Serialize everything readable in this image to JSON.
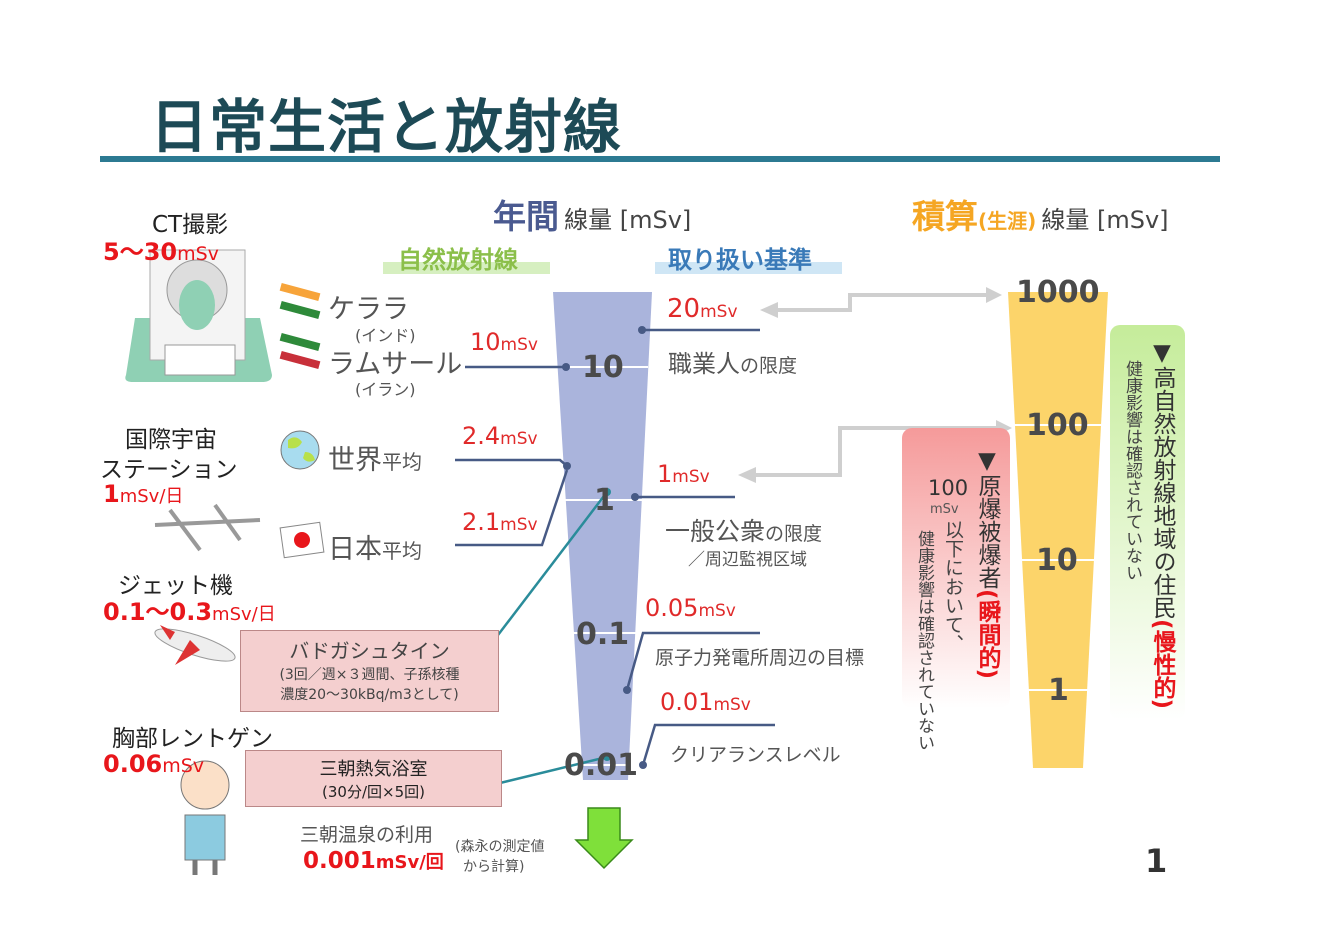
{
  "title": "日常生活と放射線",
  "page_number": "1",
  "annual_header": {
    "bold": "年間",
    "rest": "線量 [mSv]"
  },
  "lifetime_header": {
    "bold": "積算",
    "paren": "(生涯)",
    "rest": "線量 [mSv]"
  },
  "natural_label": "自然放射線",
  "standard_label": "取り扱い基準",
  "annual_ticks": [
    "10",
    "1",
    "0.1",
    "0.01"
  ],
  "lifetime_ticks": [
    "1000",
    "100",
    "10",
    "1"
  ],
  "left_items": {
    "ct": {
      "name": "CT撮影",
      "value": "5〜30",
      "unit": "mSv"
    },
    "iss": {
      "name1": "国際宇宙",
      "name2": "ステーション",
      "value": "1",
      "unit": "mSv/日"
    },
    "jet": {
      "name": "ジェット機",
      "value": "0.1〜0.3",
      "unit": "mSv/日"
    },
    "xray": {
      "name": "胸部レントゲン",
      "value": "0.06",
      "unit": "mSv"
    }
  },
  "natural": {
    "kerala": {
      "name": "ケララ",
      "country": "(インド)"
    },
    "ramsar": {
      "name": "ラムサール",
      "country": "(イラン)",
      "value": "10",
      "unit": "mSv"
    },
    "world": {
      "name": "世界",
      "suffix": "平均",
      "value": "2.4",
      "unit": "mSv"
    },
    "japan": {
      "name": "日本",
      "suffix": "平均",
      "value": "2.1",
      "unit": "mSv"
    }
  },
  "standards": {
    "worker": {
      "value": "20",
      "unit": "mSv",
      "name": "職業人",
      "suffix": "の限度"
    },
    "public": {
      "value": "1",
      "unit": "mSv",
      "name": "一般公衆",
      "suffix": "の限度",
      "sub": "／周辺監視区域"
    },
    "npp": {
      "value": "0.05",
      "unit": "mSv",
      "name": "原子力発電所周辺の目標"
    },
    "clearance": {
      "value": "0.01",
      "unit": "mSv",
      "name": "クリアランスレベル"
    }
  },
  "badgastein": {
    "title": "バドガシュタイン",
    "line1": "(3回／週×３週間、子孫核種",
    "line2": "濃度20〜30kBq/m3として)"
  },
  "misasa_bath": {
    "title": "三朝熱気浴室",
    "sub": "(30分/回×5回)"
  },
  "misasa_spring": {
    "name": "三朝温泉の利用",
    "value": "0.001",
    "unit": "mSv/回",
    "note1": "(森永の測定値",
    "note2": "から計算)"
  },
  "atomic": {
    "head": "▼原爆被爆者",
    "paren": "(瞬間的)",
    "num": "100",
    "unit": "mSv",
    "l1": "以下において、",
    "l2": "健康影響は確認されていない"
  },
  "highnatural": {
    "head": "▼高自然放射線地域の住民",
    "paren": "(慢性的)",
    "l1": "健康影響は確認されていない"
  },
  "colors": {
    "title": "#1d4a56",
    "annual_funnel": "#aab4dc",
    "lifetime_funnel": "#fcd46a",
    "red": "#e8161b"
  }
}
